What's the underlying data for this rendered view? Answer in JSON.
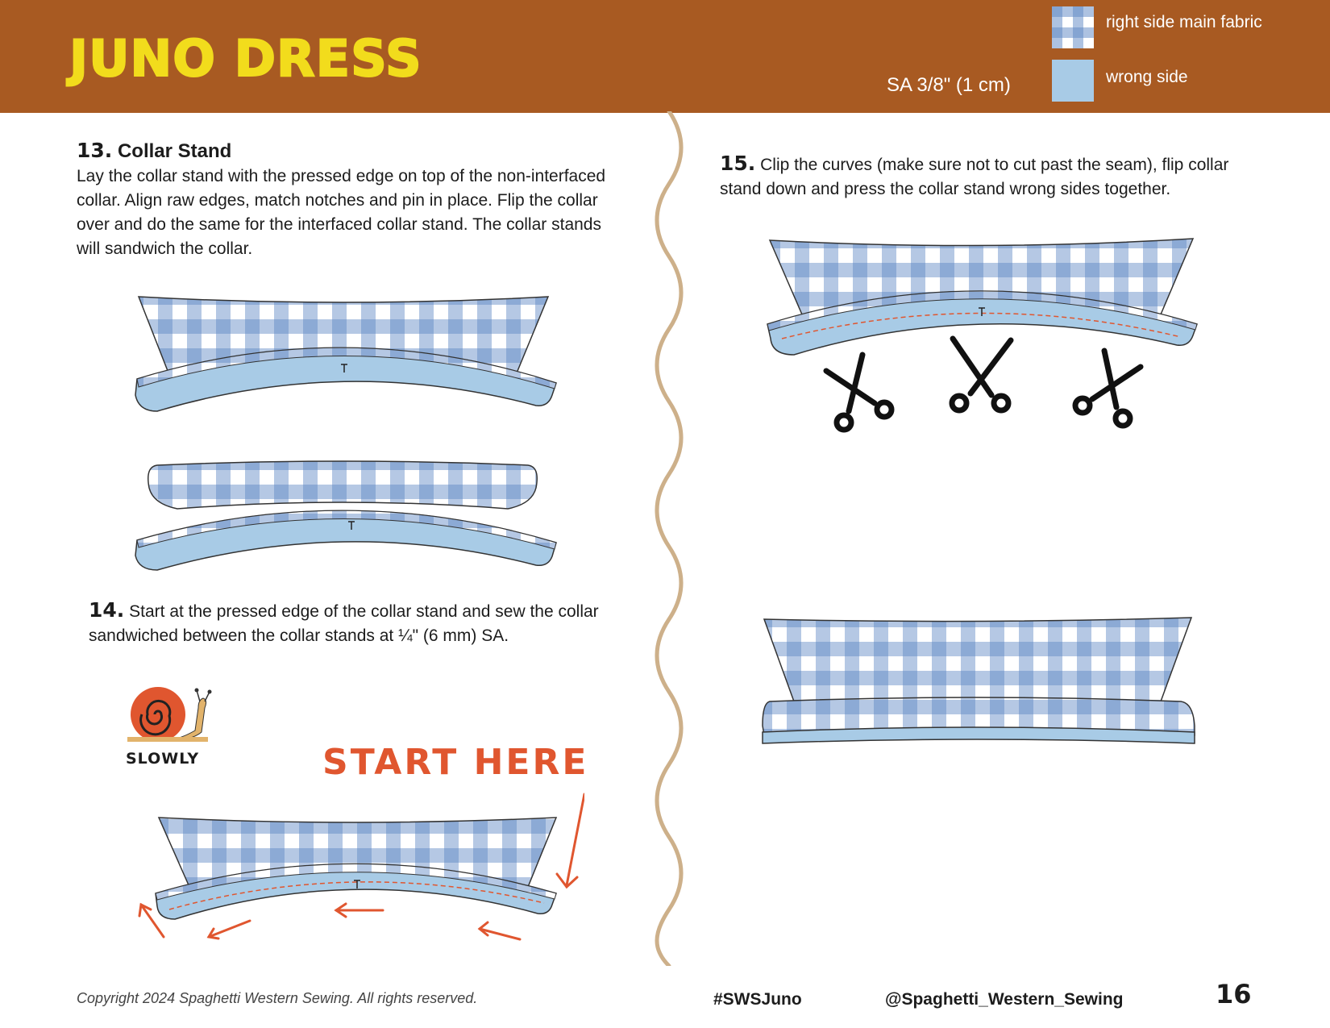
{
  "header": {
    "brand_title": "JUNO DRESS",
    "seam_allowance": "SA 3/8\" (1 cm)",
    "legend": [
      {
        "label": "right side main fabric",
        "icon": "gingham-swatch-icon"
      },
      {
        "label": "wrong side",
        "icon": "light-blue-swatch-icon"
      }
    ]
  },
  "step13": {
    "number": "13.",
    "title": "Collar Stand",
    "lines": [
      "Lay the collar stand with the pressed edge on top of the non-interfaced",
      "collar.  Align raw edges, match notches and pin in place.  Flip the collar",
      "over and do the same for the interfaced collar stand.  The collar stands",
      "will sandwich the collar."
    ]
  },
  "step14": {
    "number": "14.",
    "lines": [
      "Start at the pressed edge of the collar stand and sew the collar",
      "sandwiched between the collar stands at ¼\" (6 mm) SA."
    ],
    "snail_label": "SLOWLY",
    "callout": "START HERE"
  },
  "step15": {
    "number": "15.",
    "lines": [
      "Clip the curves (make sure not to cut past the seam), flip collar",
      "stand down and press the collar stand wrong sides together."
    ]
  },
  "footer": {
    "copyright": "Copyright 2024 Spaghetti Western Sewing.  All rights reserved.",
    "hashtag": "#SWSJuno",
    "handle": "@Spaghetti_Western_Sewing",
    "page_number": "16"
  },
  "colors": {
    "header_bg": "#a85a22",
    "brand_yellow": "#f2dc1c",
    "wrong_side_blue": "#a8cbe6",
    "gingham_blue": "#5b86c4",
    "accent_orange": "#e0562f",
    "divider_tan": "#cdb08a"
  }
}
